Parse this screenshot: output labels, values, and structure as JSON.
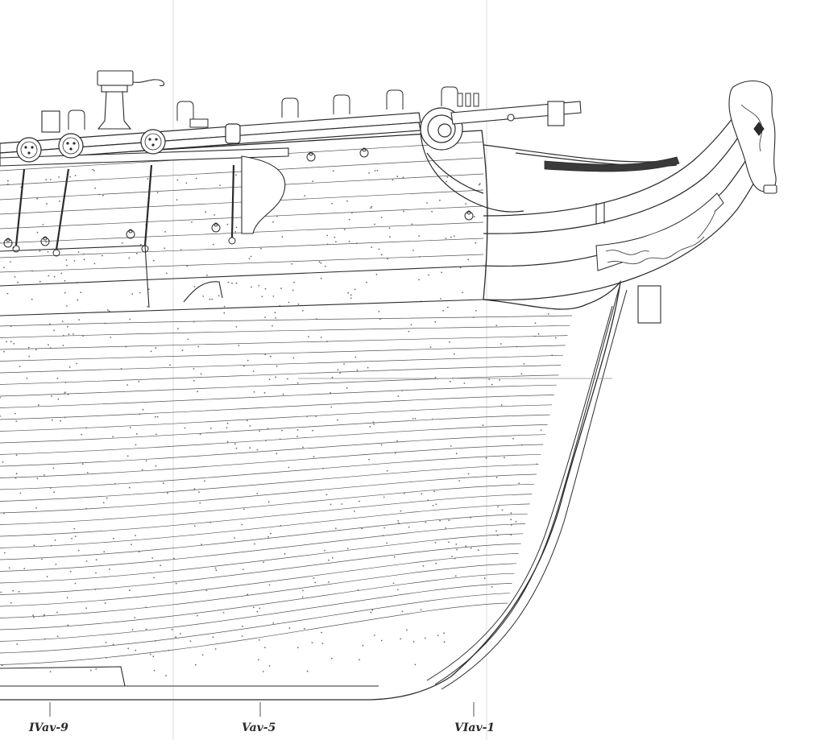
{
  "stations": [
    {
      "label": "IVav-9"
    },
    {
      "label": "Vav-5"
    },
    {
      "label": "VIav-1"
    }
  ],
  "colors": {
    "line": "#2b2b2b",
    "light_line": "#8a8a8a",
    "fold": "#d8d8d8",
    "paper": "#ffffff",
    "dark_plank": "#3a3a3a"
  }
}
